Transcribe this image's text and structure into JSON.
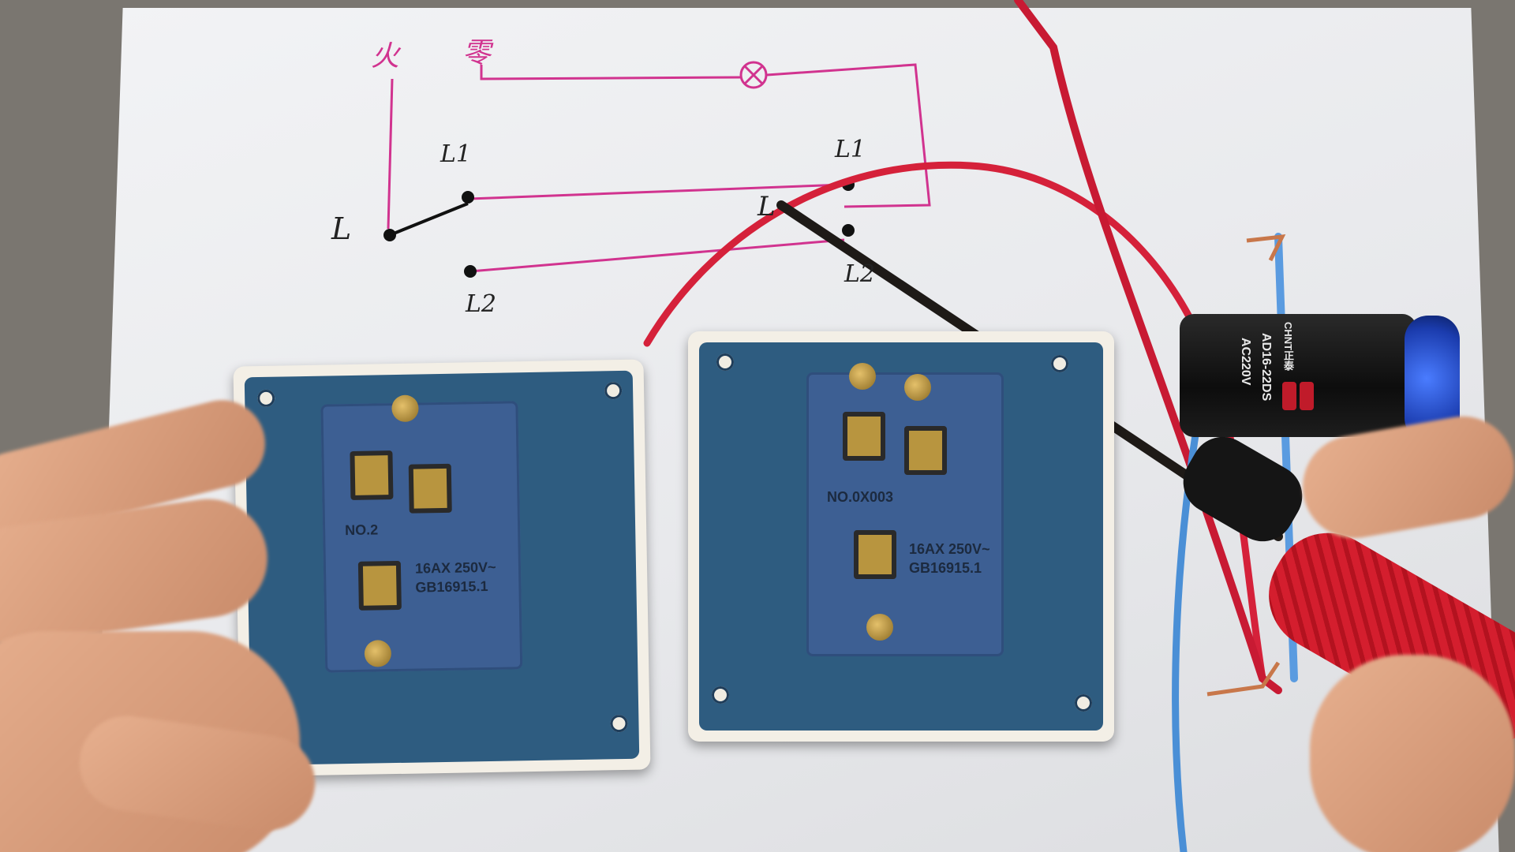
{
  "diagram_labels": {
    "fire": "火",
    "zero": "零",
    "lamp": "⊗",
    "l_left": "L",
    "l1_left": "L1",
    "l2_left": "L2",
    "l1_right": "L1",
    "l_right": "L",
    "l2_right": "L2"
  },
  "socket_left": {
    "print_model": "NO.2",
    "print_rating": "16AX 250V~",
    "print_standard": "GB16915.1"
  },
  "socket_right": {
    "print_model": "NO.0X003",
    "print_rating": "16AX 250V~",
    "print_standard": "GB16915.1"
  },
  "indicator_light": {
    "print_model": "AD16-22DS",
    "print_voltage": "AC220V",
    "print_brand": "CHNT正泰"
  },
  "colors": {
    "wire_pink": "#d1338f",
    "wire_red": "#d5213a",
    "wire_blue": "#4a8fd6",
    "panel_blue": "#2e5c80",
    "indicator_blue": "#2a5cff"
  }
}
